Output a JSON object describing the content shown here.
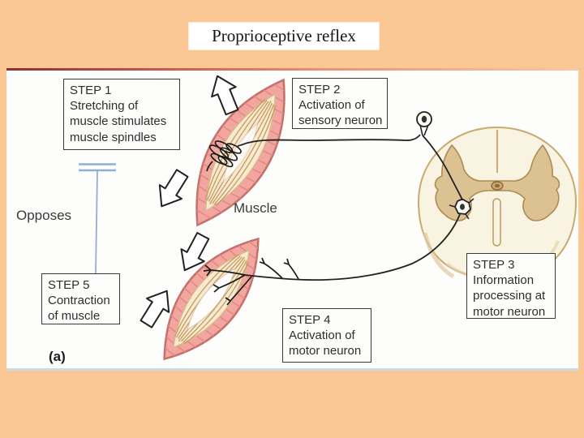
{
  "title": "Proprioceptive reflex",
  "figure_label": "(a)",
  "labels": {
    "opposes": "Opposes",
    "muscle": "Muscle"
  },
  "steps": [
    {
      "name": "STEP 1",
      "lines": [
        "Stretching of",
        "muscle stimulates",
        "muscle spindles"
      ]
    },
    {
      "name": "STEP 2",
      "lines": [
        "Activation of",
        "sensory neuron"
      ]
    },
    {
      "name": "STEP 3",
      "lines": [
        "Information",
        "processing at",
        "motor neuron"
      ]
    },
    {
      "name": "STEP 4",
      "lines": [
        "Activation of",
        "motor neuron"
      ]
    },
    {
      "name": "STEP 5",
      "lines": [
        "Contraction",
        "of muscle"
      ]
    }
  ],
  "colors": {
    "background": "#fbc795",
    "panel": "#fdfdfc",
    "panel_top_line": "#c95f4f",
    "panel_bottom_line": "#ccd8e8",
    "box_border": "#3a3a3a",
    "muscle_pink": "#f3a5a0",
    "muscle_outline": "#c4706b",
    "muscle_interior": "#f7ead0",
    "spindle_fiber": "#c59a5f",
    "cord_white_matter": "#f9f3e1",
    "cord_gray_matter": "#dcc193",
    "cord_outline": "#c9aa70",
    "neuron_line": "#222222",
    "inhibition_blue": "#8fafd6"
  }
}
